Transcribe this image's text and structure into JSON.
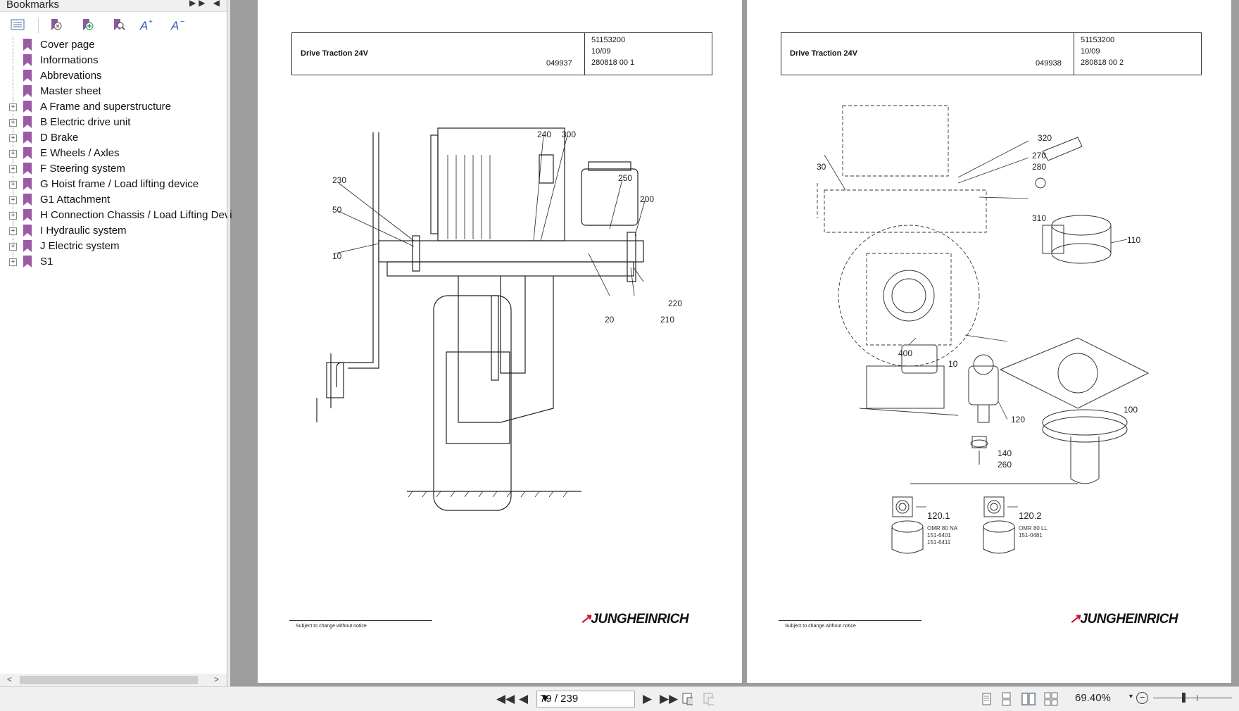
{
  "bookmarks_panel": {
    "title": "Bookmarks",
    "items": [
      {
        "label": "Cover page",
        "expandable": false
      },
      {
        "label": "Informations",
        "expandable": false
      },
      {
        "label": "Abbrevations",
        "expandable": false
      },
      {
        "label": "Master sheet",
        "expandable": false
      },
      {
        "label": "A Frame and superstructure",
        "expandable": true
      },
      {
        "label": "B Electric drive unit",
        "expandable": true
      },
      {
        "label": "D Brake",
        "expandable": true
      },
      {
        "label": "E Wheels / Axles",
        "expandable": true
      },
      {
        "label": "F Steering system",
        "expandable": true
      },
      {
        "label": "G Hoist frame / Load lifting device",
        "expandable": true
      },
      {
        "label": "G1 Attachment",
        "expandable": true
      },
      {
        "label": "H Connection Chassis / Load Lifting Devi",
        "expandable": true
      },
      {
        "label": "I Hydraulic system",
        "expandable": true
      },
      {
        "label": "J Electric system",
        "expandable": true
      },
      {
        "label": "S1",
        "expandable": true
      }
    ],
    "bookmark_color": "#9b5aa3"
  },
  "pages": {
    "left": {
      "title": "Drive Traction 24V",
      "drawing_number": "049937",
      "part_number": "51153200",
      "date": "10/09",
      "sheet": "280818 00 1",
      "callouts": [
        "240",
        "300",
        "230",
        "250",
        "200",
        "50",
        "10",
        "220",
        "20",
        "210"
      ],
      "footer_note": "Subject to change without notice",
      "logo": "JUNGHEINRICH"
    },
    "right": {
      "title": "Drive Traction 24V",
      "drawing_number": "049938",
      "part_number": "51153200",
      "date": "10/09",
      "sheet": "280818 00 2",
      "callouts": [
        "320",
        "270",
        "280",
        "30",
        "310",
        "110",
        "400",
        "10",
        "120",
        "100",
        "140",
        "260"
      ],
      "variants": [
        {
          "label": "120.1",
          "model": "OMR 80 NA",
          "codes": [
            "151-6401",
            "151-6411"
          ]
        },
        {
          "label": "120.2",
          "model": "OMR 80 LL",
          "codes": [
            "151-0481"
          ]
        }
      ],
      "footer_note": "Subject to change without notice",
      "logo": "JUNGHEINRICH"
    }
  },
  "navigation": {
    "page_display": "79 / 239",
    "zoom": "69.40%"
  },
  "icons": {
    "first_page": "first-page-icon",
    "prev_page": "prev-page-icon",
    "next_page": "next-page-icon",
    "last_page": "last-page-icon"
  }
}
